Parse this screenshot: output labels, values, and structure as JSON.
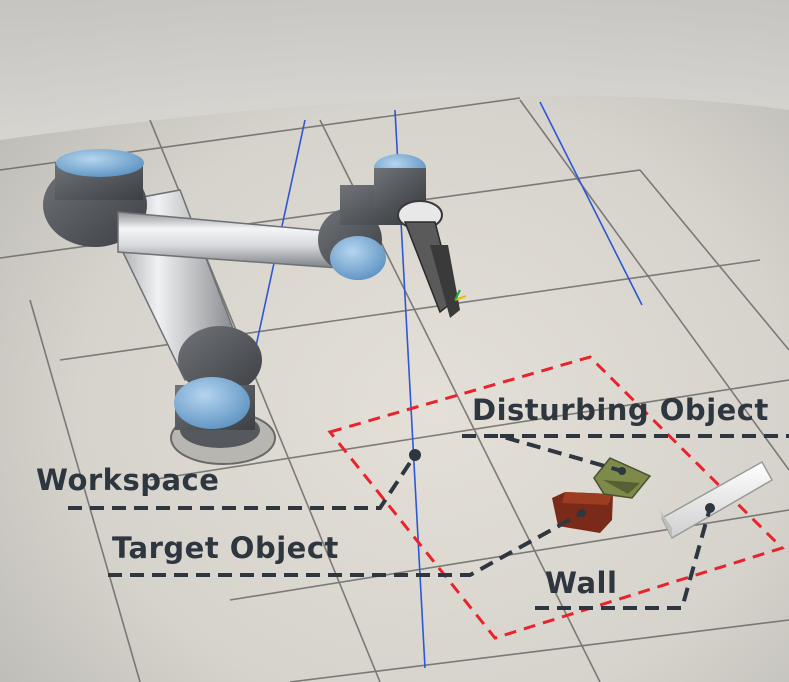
{
  "labels": {
    "workspace": "Workspace",
    "target_object": "Target Object",
    "disturbing_object": "Disturbing Object",
    "wall": "Wall"
  },
  "colors": {
    "workspace_boundary": "#e8232b",
    "annotation_line": "#2e3640",
    "axis_lines": "#2f56d6",
    "robot_joint": "#7fb0dc",
    "target_object": "#7a2a18",
    "disturbing_object": "#7e8a4a",
    "wall": "#f2f2f2"
  }
}
